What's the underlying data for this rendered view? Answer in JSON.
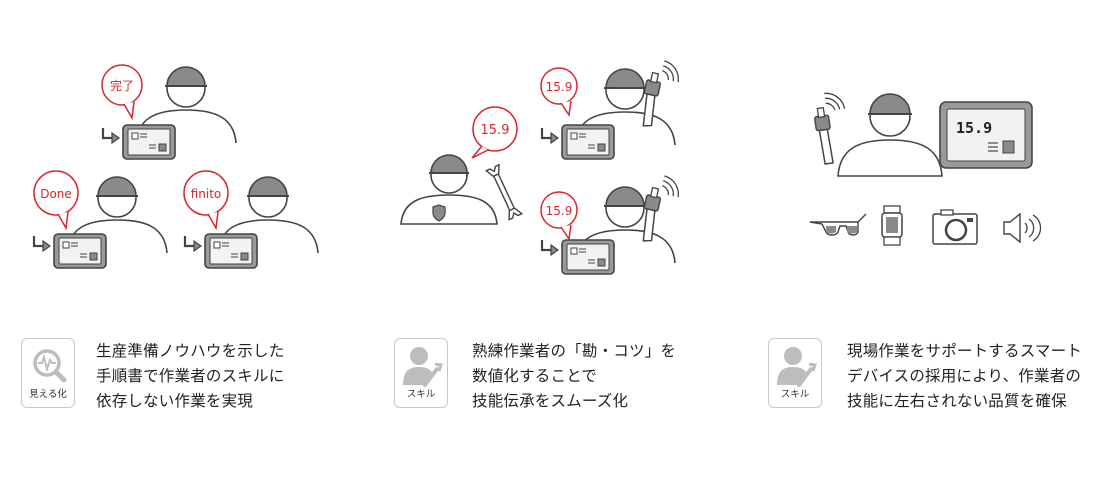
{
  "panels": [
    {
      "bubbles": [
        "完了",
        "Done",
        "finito"
      ],
      "badge_label": "見える化",
      "badge_icon": "magnifier-heartbeat-icon",
      "caption_lines": [
        "生産準備ノウハウを示した",
        "手順書で作業者のスキルに",
        "依存しない作業を実現"
      ]
    },
    {
      "bubbles": [
        "15.9",
        "15.9",
        "15.9"
      ],
      "badge_label": "スキル",
      "badge_icon": "worker-wrench-icon",
      "caption_lines": [
        "熟練作業者の「勘・コツ」を",
        "数値化することで",
        "技能伝承をスムーズ化"
      ]
    },
    {
      "lcd_value": "15.9",
      "badge_label": "スキル",
      "badge_icon": "worker-wrench-icon",
      "caption_lines": [
        "現場作業をサポートするスマート",
        "デバイスの採用により、作業者の",
        "技能に左右されない品質を確保"
      ]
    }
  ],
  "colors": {
    "accent": "#d8262e",
    "line": "#444444",
    "tablet_fill": "#ececec",
    "badge_icon": "#bdbdbd"
  }
}
